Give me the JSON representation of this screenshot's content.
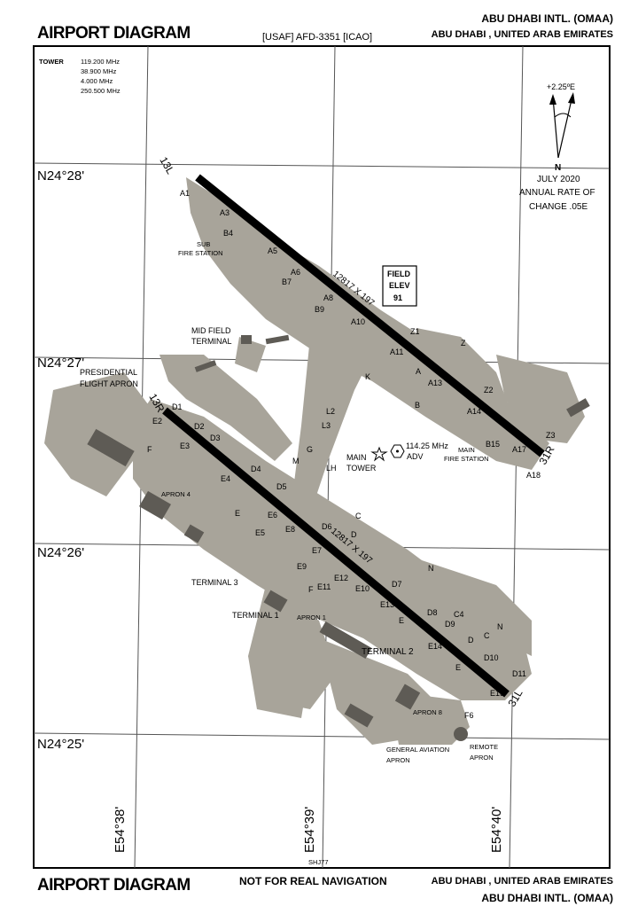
{
  "header": {
    "title_left": "AIRPORT DIAGRAM",
    "doc_id": "[USAF] AFD-3351 [ICAO]",
    "airport_name": "ABU DHABI INTL. (OMAA)",
    "location": "ABU DHABI , UNITED ARAB EMIRATES"
  },
  "footer": {
    "title_left": "AIRPORT DIAGRAM",
    "disclaimer": "NOT FOR REAL NAVIGATION",
    "location": "ABU DHABI , UNITED ARAB EMIRATES",
    "airport_name": "ABU DHABI INTL. (OMAA)"
  },
  "tower": {
    "label": "TOWER",
    "freqs": [
      "119.200 MHz",
      "38.900 MHz",
      "4.000 MHz",
      "250.500 MHz"
    ]
  },
  "north_arrow": {
    "variation": "+2.25ºE",
    "north": "N",
    "date": "JULY 2020",
    "rate_line1": "ANNUAL RATE OF",
    "rate_line2": "CHANGE .05E"
  },
  "field_elev": {
    "line1": "FIELD",
    "line2": "ELEV",
    "value": "91"
  },
  "latitudes": [
    "N24°28'",
    "N24°27'",
    "N24°26'",
    "N24°25'"
  ],
  "longitudes": [
    "E54°38'",
    "E54°39'",
    "E54°40'"
  ],
  "runways": {
    "north": {
      "end_a": "13L",
      "end_b": "31R",
      "dims": "12817 X 197"
    },
    "south": {
      "end_a": "13R",
      "end_b": "31L",
      "dims": "12817 X 197"
    }
  },
  "navaid": {
    "freq": "114.25 MHz",
    "name": "ADV"
  },
  "facilities": {
    "sub_fire_1": "SUB",
    "sub_fire_2": "FIRE STATION",
    "mid_field_1": "MID FIELD",
    "mid_field_2": "TERMINAL",
    "pres_1": "PRESIDENTIAL",
    "pres_2": "FLIGHT APRON",
    "main_tower_1": "MAIN",
    "main_tower_2": "TOWER",
    "main_fire_1": "MAIN",
    "main_fire_2": "FIRE STATION",
    "apron4": "APRON 4",
    "terminal3": "TERMINAL 3",
    "terminal1": "TERMINAL 1",
    "apron1": "APRON 1",
    "terminal2": "TERMINAL 2",
    "apron8": "APRON 8",
    "ga_1": "GENERAL AVIATION",
    "ga_2": "APRON",
    "remote_1": "REMOTE",
    "remote_2": "APRON"
  },
  "taxiways": {
    "A1": "A1",
    "A3": "A3",
    "B4": "B4",
    "A5": "A5",
    "A6": "A6",
    "B7": "B7",
    "A8": "A8",
    "B9": "B9",
    "A10": "A10",
    "Z1": "Z1",
    "Z": "Z",
    "A11": "A11",
    "A": "A",
    "A13": "A13",
    "K": "K",
    "Z2": "Z2",
    "B": "B",
    "A14": "A14",
    "B15": "B15",
    "Z3": "Z3",
    "A17": "A17",
    "A18": "A18",
    "L2": "L2",
    "L3": "L3",
    "LH": "LH",
    "G": "G",
    "M": "M",
    "D1": "D1",
    "E2": "E2",
    "D2": "D2",
    "D3": "D3",
    "E3": "E3",
    "F": "F",
    "D4": "D4",
    "E4": "E4",
    "D5": "D5",
    "E": "E",
    "E6": "E6",
    "E8": "E8",
    "E5": "E5",
    "C": "C",
    "D6": "D6",
    "D": "D",
    "E7": "E7",
    "E9": "E9",
    "N": "N",
    "E12": "E12",
    "F2": "F",
    "E11": "E11",
    "E10": "E10",
    "D7": "D7",
    "E13": "E13",
    "D8": "D8",
    "C4": "C4",
    "E_2": "E",
    "D9": "D9",
    "N_2": "N",
    "C_2": "C",
    "D_2": "D",
    "E14": "E14",
    "D10": "D10",
    "E_3": "E",
    "D11": "D11",
    "E15": "E15",
    "F6": "F6"
  },
  "ident": "SHJ77",
  "colors": {
    "pavement": "#a8a49a",
    "building": "#5e5b55",
    "runway": "#000000",
    "grid": "#555555"
  }
}
